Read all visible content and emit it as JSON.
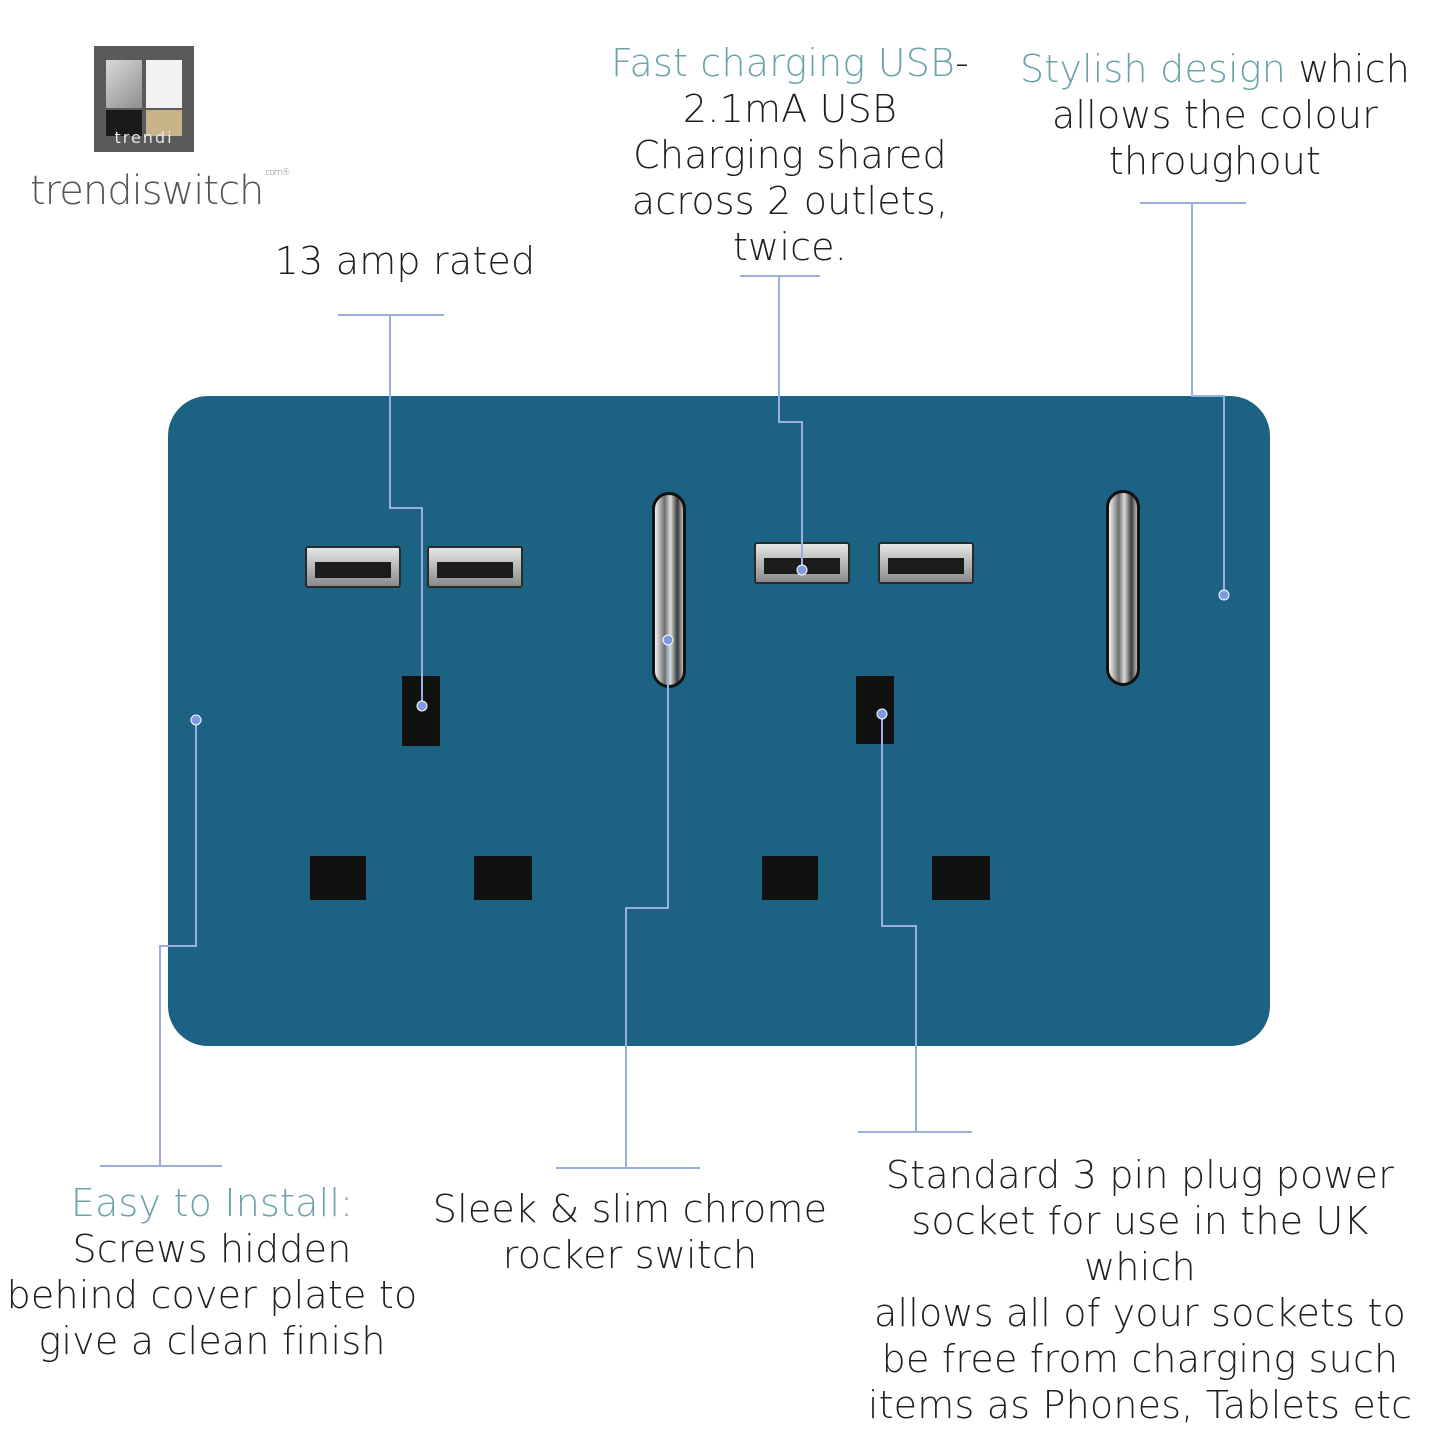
{
  "brand": {
    "logo_mark_text": "trendi",
    "name": "trendiswitch",
    "superscript": ".com®"
  },
  "colors": {
    "accent": "#6aa3a8",
    "plate": "#1c6282",
    "line": "#9aaee0"
  },
  "callouts": {
    "amp": {
      "text": "13 amp rated"
    },
    "usb": {
      "highlight": "Fast charging USB",
      "rest_lines": [
        "-",
        "2.1mA USB",
        "Charging shared",
        "across 2 outlets,",
        "twice."
      ]
    },
    "design": {
      "highlight": "Stylish design",
      "rest_first": " which",
      "rest_lines": [
        "allows the colour",
        "throughout"
      ]
    },
    "install": {
      "highlight": "Easy to Install:",
      "lines": [
        "Screws hidden",
        "behind cover plate to",
        "give a clean finish"
      ]
    },
    "rocker": {
      "lines": [
        "Sleek & slim chrome",
        "rocker switch"
      ]
    },
    "socket": {
      "lines": [
        "Standard 3 pin plug power",
        "socket for use in the UK which",
        "allows all of your sockets to",
        "be free from charging such",
        "items as Phones, Tablets etc"
      ]
    }
  }
}
